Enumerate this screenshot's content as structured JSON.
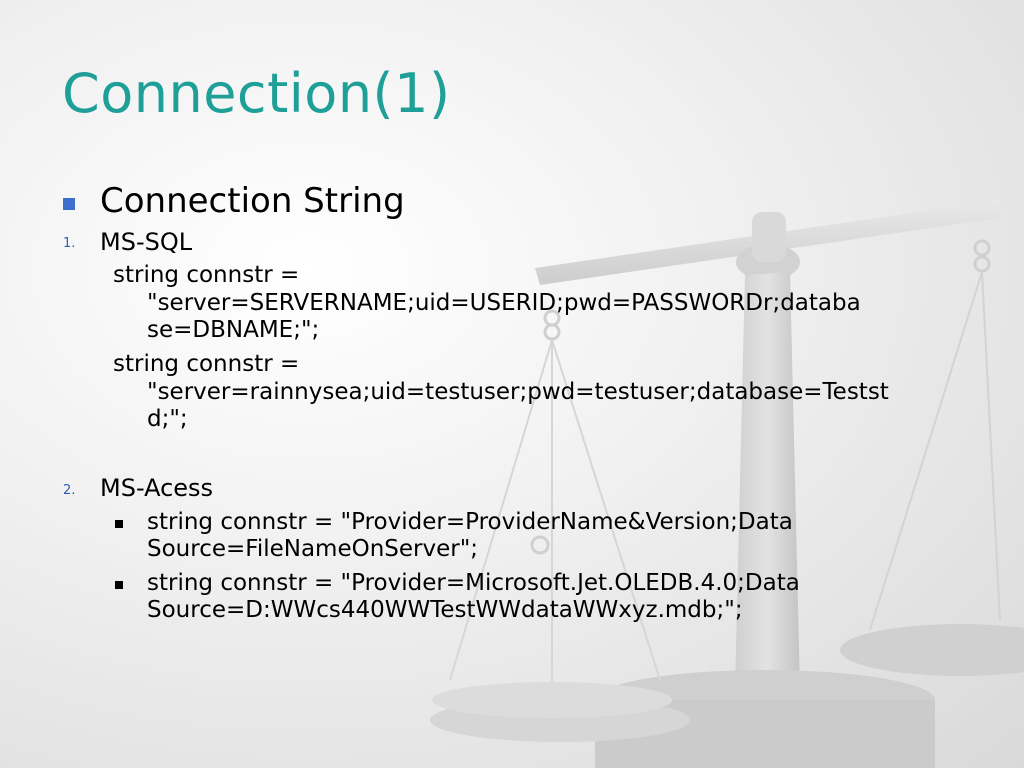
{
  "slide": {
    "title": "Connection(1)",
    "bullet_main": "Connection String",
    "items": [
      {
        "number": "1.",
        "label": "MS-SQL",
        "lines": [
          {
            "first": "string connstr =",
            "continuation": [
              "\"server=SERVERNAME;uid=USERID;pwd=PASSWORDr;databa",
              "se=DBNAME;\";"
            ]
          },
          {
            "first": "string connstr =",
            "continuation": [
              "\"server=rainnysea;uid=testuser;pwd=testuser;database=Testst",
              "d;\";"
            ]
          }
        ]
      },
      {
        "number": "2.",
        "label": "MS-Acess",
        "bullets": [
          {
            "line1": "string connstr = \"Provider=ProviderName&Version;Data",
            "line2": "Source=FileNameOnServer\";"
          },
          {
            "line1": "string connstr = \"Provider=Microsoft.Jet.OLEDB.4.0;Data",
            "line2": "Source=D:WWcs440WWTestWWdataWWxyz.mdb;\";"
          }
        ]
      }
    ]
  },
  "colors": {
    "title": "#1e9f97",
    "main_bullet": "#3f6fce",
    "numbering": "#2e5fb6"
  }
}
